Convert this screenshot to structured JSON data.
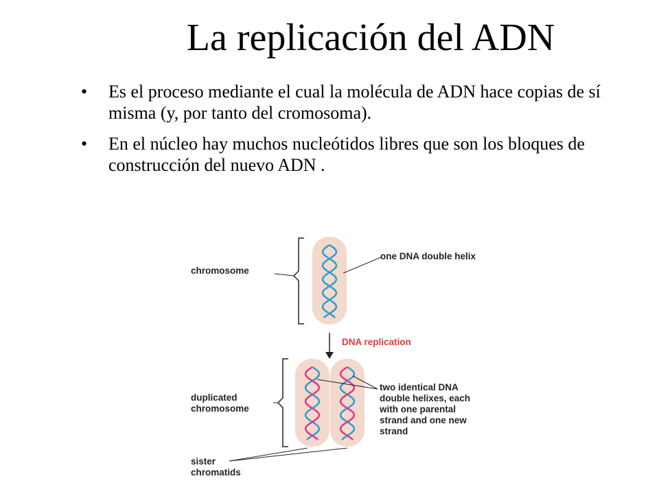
{
  "slide": {
    "title": "La replicación del ADN",
    "bullet_char": "•",
    "bullets": [
      "Es el proceso mediante el cual la molécula de ADN hace copias de sí misma (y, por tanto del cromosoma).",
      "En el núcleo hay muchos nucleótidos libres que son los bloques de construcción del nuevo ADN ."
    ]
  },
  "diagram": {
    "labels": {
      "chromosome": "chromosome",
      "one_helix": "one DNA double helix",
      "replication": "DNA replication",
      "duplicated_line1": "duplicated",
      "duplicated_line2": "chromosome",
      "identical_line1": "two identical DNA",
      "identical_line2": "double helixes, each",
      "identical_line3": "with one parental",
      "identical_line4": "strand and one new",
      "identical_line5": "strand",
      "sister_line1": "sister",
      "sister_line2": "chromatids"
    },
    "colors": {
      "chromatid_fill": "#f3d8cc",
      "parental_strand": "#2a9fcf",
      "new_strand": "#d93a8a",
      "replication_label": "#e03a3a",
      "arrow": "#222222"
    }
  }
}
